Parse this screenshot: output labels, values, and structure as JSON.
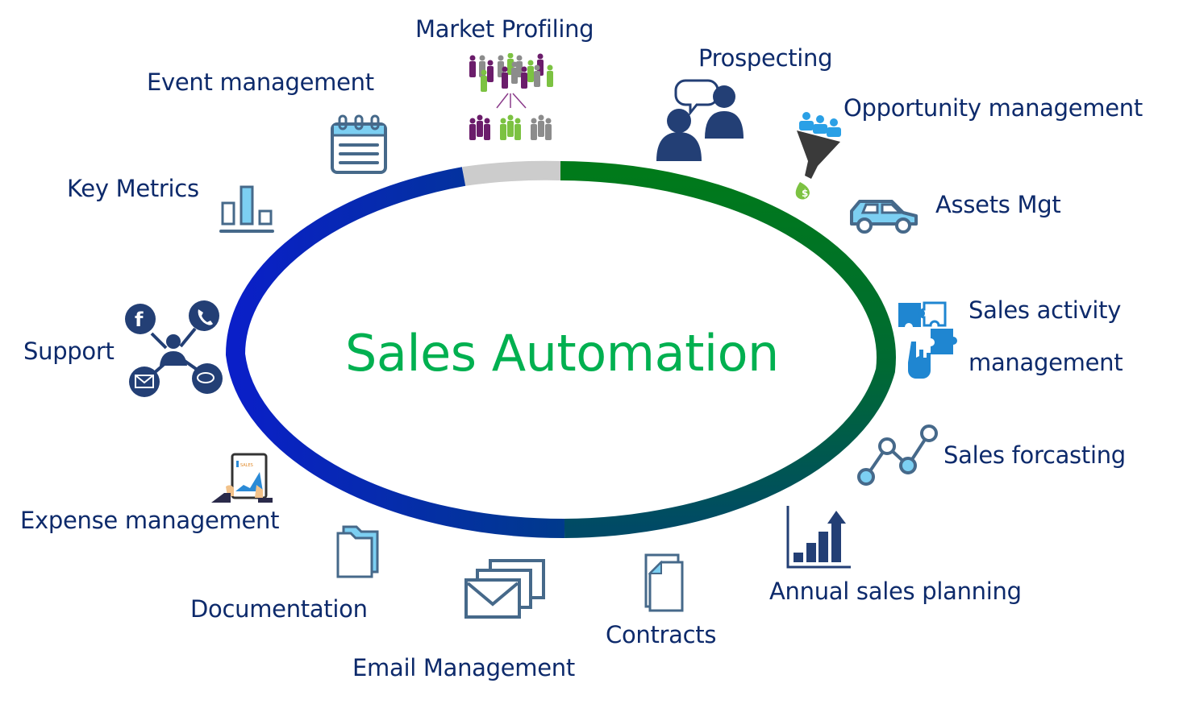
{
  "title": "Sales Automation",
  "colors": {
    "title": "#00b050",
    "label": "#0d2a6b",
    "ring_blue": "#0000e0",
    "ring_green": "#007a1a",
    "ring_gray": "#cccccc",
    "ring_teal": "#004f5a",
    "icon_outline": "#46698a",
    "icon_fill_light": "#7ccff2",
    "icon_navy": "#233f75"
  },
  "labels": {
    "market_profiling": "Market Profiling",
    "prospecting": "Prospecting",
    "opportunity_management": "Opportunity management",
    "assets_mgt": "Assets Mgt",
    "sales_activity_line1": "Sales activity",
    "sales_activity_line2": "management",
    "sales_forcasting": "Sales forcasting",
    "annual_sales_planning": "Annual sales planning",
    "contracts": "Contracts",
    "email_management": "Email Management",
    "documentation": "Documentation",
    "expense_management": "Expense management",
    "support": "Support",
    "key_metrics": "Key Metrics",
    "event_management": "Event management"
  },
  "icons": {
    "market_profiling": "people-segmentation-icon",
    "prospecting": "people-conversation-icon",
    "opportunity_management": "sales-funnel-icon",
    "assets_mgt": "car-icon",
    "sales_activity": "puzzle-hand-icon",
    "sales_forcasting": "line-chart-icon",
    "annual_sales_planning": "bar-growth-icon",
    "contracts": "documents-icon",
    "email_management": "envelopes-icon",
    "documentation": "folders-icon",
    "expense_management": "tablet-sales-icon",
    "support": "support-network-icon",
    "key_metrics": "bar-chart-icon",
    "event_management": "calendar-icon"
  }
}
